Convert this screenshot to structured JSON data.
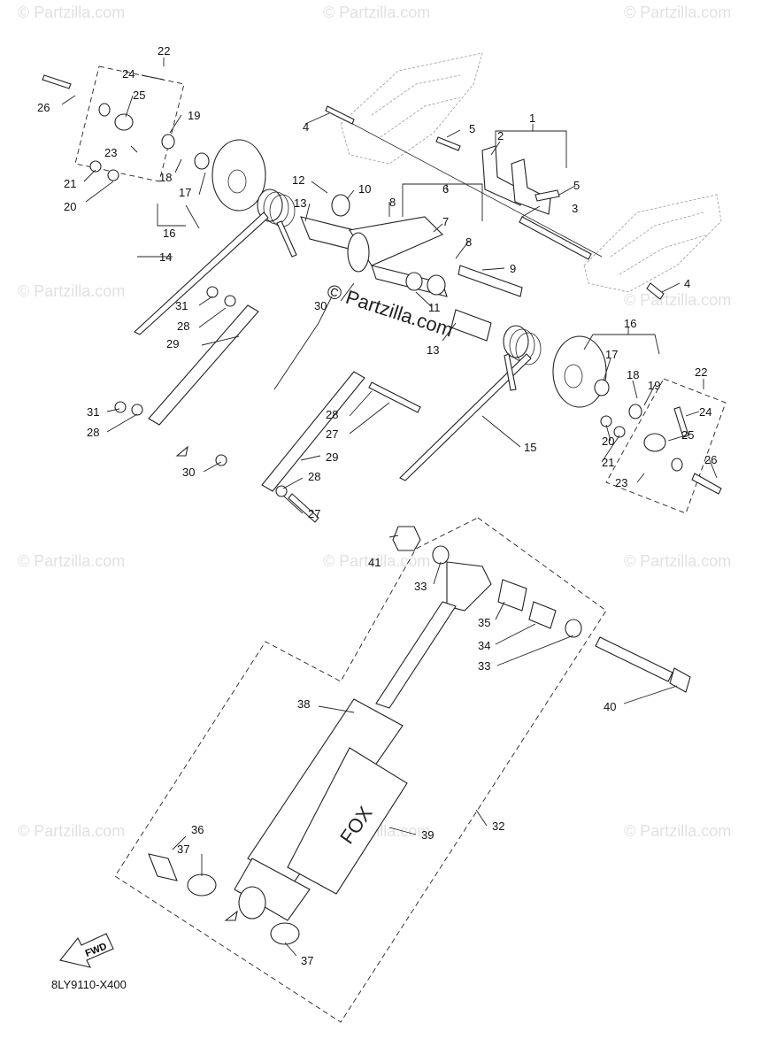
{
  "diagram": {
    "code": "8LY9110-X400",
    "fwd_label": "FWD",
    "center_watermark": "© Partzilla.com",
    "tile_watermark": "© Partzilla.com",
    "shock_brand": "FOX",
    "callouts": [
      "1",
      "2",
      "3",
      "4",
      "4",
      "5",
      "5",
      "6",
      "7",
      "8",
      "8",
      "9",
      "10",
      "11",
      "12",
      "13",
      "13",
      "14",
      "15",
      "16",
      "16",
      "17",
      "17",
      "18",
      "18",
      "19",
      "19",
      "20",
      "20",
      "21",
      "21",
      "22",
      "22",
      "23",
      "23",
      "24",
      "24",
      "25",
      "25",
      "26",
      "26",
      "27",
      "27",
      "28",
      "28",
      "28",
      "28",
      "29",
      "29",
      "30",
      "30",
      "31",
      "31",
      "32",
      "33",
      "33",
      "34",
      "35",
      "36",
      "37",
      "37",
      "38",
      "39",
      "40",
      "41"
    ]
  }
}
